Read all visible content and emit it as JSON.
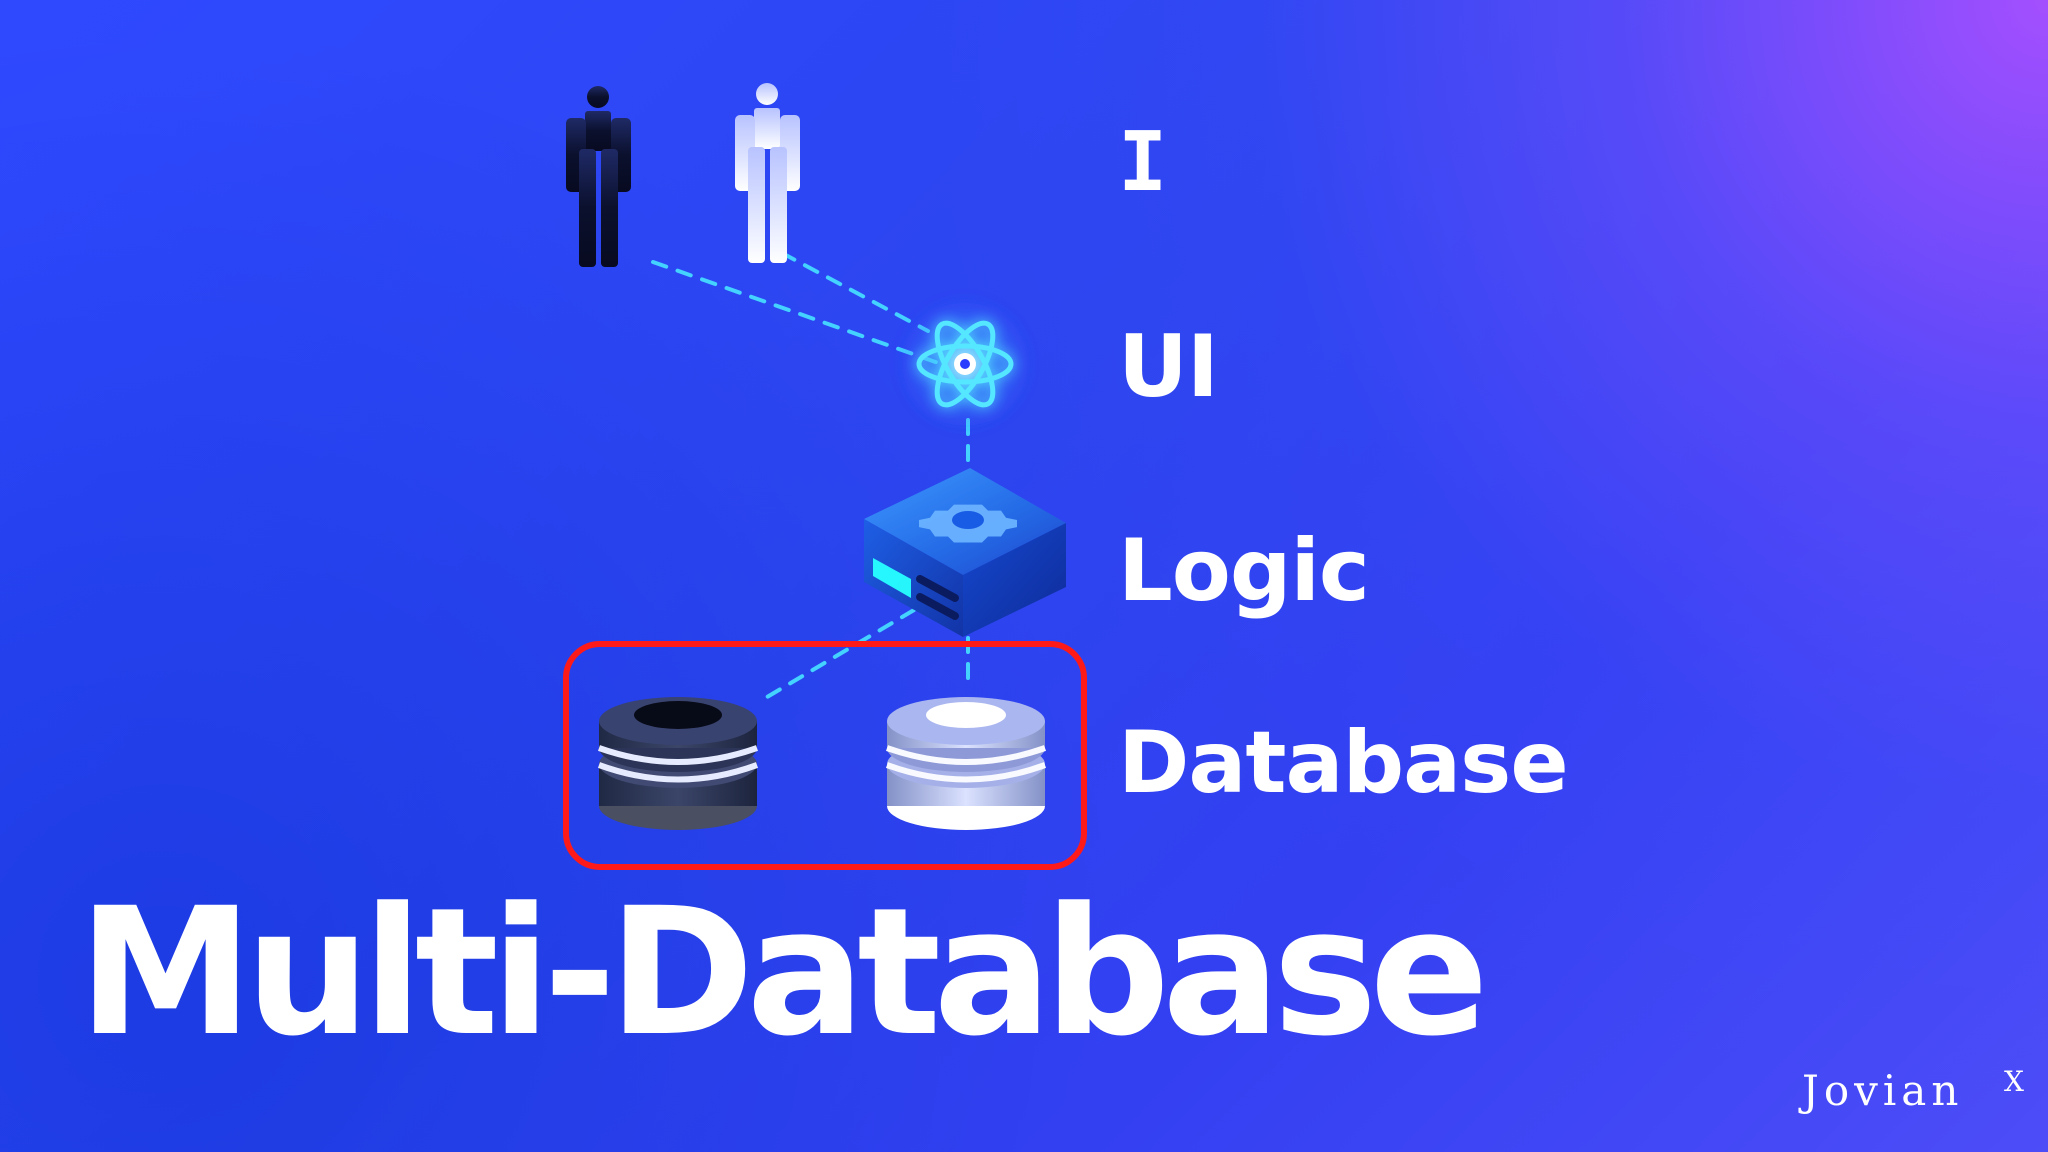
{
  "diagram": {
    "layers": [
      "I",
      "UI",
      "Logic",
      "Database"
    ],
    "headline": "Multi-Database",
    "brand": {
      "name": "Jovian",
      "suffix": "X"
    },
    "colors": {
      "background_start": "#2f49ff",
      "background_end": "#5a4cff",
      "corner_glow": "#a552ff",
      "highlight_box": "#ff1a1a",
      "connector": "#44d3ff",
      "text": "#ffffff"
    },
    "icons": {
      "users": [
        "person-dark-icon",
        "person-light-icon"
      ],
      "ui": "react-atom-icon",
      "logic": "server-gear-icon",
      "databases": [
        "database-dark-icon",
        "database-light-icon"
      ]
    }
  }
}
